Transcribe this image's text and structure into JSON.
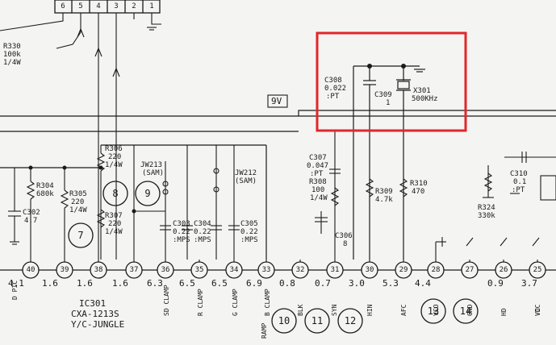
{
  "top_pins": [
    "6",
    "5",
    "4",
    "3",
    "2",
    "1"
  ],
  "supply_label": "9V",
  "components": {
    "r330": [
      "R330",
      "100k",
      "1/4W"
    ],
    "r304": [
      "R304",
      "680k"
    ],
    "r305": [
      "R305",
      "220",
      "1/4W"
    ],
    "r306": [
      "R306",
      "220",
      "1/4W"
    ],
    "r307": [
      "R307",
      "220",
      "1/4W"
    ],
    "c302": [
      "C302",
      "4.7"
    ],
    "jw213": [
      "JW213",
      "(SAM)"
    ],
    "jw212": [
      "JW212",
      "(SAM)"
    ],
    "c303": [
      "C303",
      "0.22",
      ":MPS"
    ],
    "c304": [
      "C304",
      "0.22",
      ":MPS"
    ],
    "c305": [
      "C305",
      "0.22",
      ":MPS"
    ],
    "c308": [
      "C308",
      "0.022",
      ":PT"
    ],
    "c309": [
      "C309",
      "1"
    ],
    "x301": [
      "X301",
      "500KHz"
    ],
    "c307": [
      "C307",
      "0.047",
      ":PT"
    ],
    "r308": [
      "R308",
      "100",
      "1/4W"
    ],
    "c306": [
      "C306",
      "8"
    ],
    "r309": [
      "R309",
      "4.7k"
    ],
    "r310": [
      "R310",
      "470"
    ],
    "r324": [
      "R324",
      "330k"
    ],
    "c310": [
      "C310",
      "0.1",
      ":PT"
    ]
  },
  "ic": {
    "ref": "IC301",
    "part": "CXA-1213S",
    "function": "Y/C-JUNGLE"
  },
  "pins": [
    "40",
    "39",
    "38",
    "37",
    "36",
    "35",
    "34",
    "33",
    "32",
    "31",
    "30",
    "29",
    "28",
    "27",
    "26",
    "25"
  ],
  "voltages": [
    "4.1",
    "1.6",
    "1.6",
    "1.6",
    "6.3",
    "6.5",
    "6.5",
    "6.9",
    "0.8",
    "0.7",
    "3.0",
    "5.3",
    "4.4",
    "0.9",
    "3.7"
  ],
  "pin_names": [
    "D PIC",
    "",
    "",
    "",
    "SD CLAMP",
    "R CLAMP",
    "G CLAMP",
    "B CLAMP",
    "BLK",
    "SYN",
    "HIN",
    "AFC",
    "VCO",
    "GND",
    "HD",
    "VD",
    "VCC"
  ],
  "callouts": [
    "7",
    "8",
    "9",
    "10",
    "11",
    "12",
    "13",
    "14"
  ],
  "bottom_partial": [
    "RAMP"
  ]
}
